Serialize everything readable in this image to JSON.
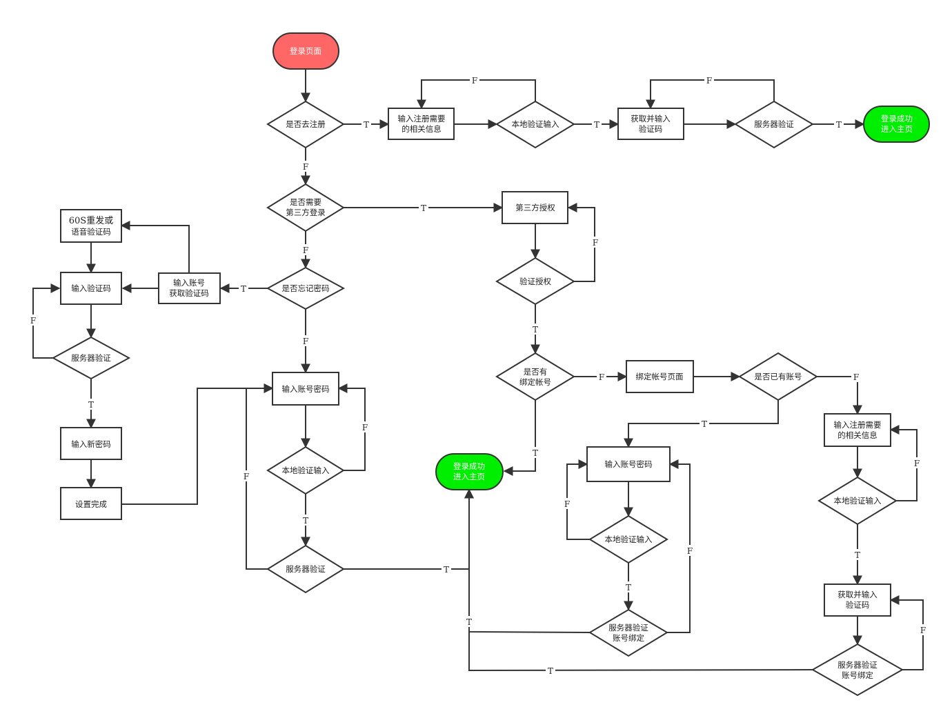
{
  "colors": {
    "start": "#ff6666",
    "end": "#00ee00",
    "stroke": "#333333"
  },
  "nodes": {
    "login": "登录页面",
    "q_register": "是否去注册",
    "reg_info": [
      "输入注册需要",
      "的相关信息"
    ],
    "local_verify_top": "本地验证输入",
    "get_code_top": [
      "获取并输入",
      "验证码"
    ],
    "server_verify_top": "服务器验证",
    "success_top": [
      "登录成功",
      "进入主页"
    ],
    "q_thirdparty": [
      "是否需要",
      "第三方登录"
    ],
    "thirdparty_auth": "第三方授权",
    "verify_auth": "验证授权",
    "q_bound": [
      "是否有",
      "绑定帐号"
    ],
    "bind_page": "绑定帐号页面",
    "q_has_account": "是否已有账号",
    "resend": [
      "60S重发或",
      "语音验证码"
    ],
    "input_code": "输入验证码",
    "input_acc_getcode": [
      "输入账号",
      "获取验证码"
    ],
    "q_forgot": "是否忘记密码",
    "server_verify_left": "服务器验证",
    "new_pwd": "输入新密码",
    "set_done": "设置完成",
    "input_acc_pwd": "输入账号密码",
    "local_verify_mid": "本地验证输入",
    "server_verify_mid": "服务器验证",
    "success_mid": [
      "登录成功",
      "进入主页"
    ],
    "input_acc_pwd2": "输入账号密码",
    "local_verify_b": "本地验证输入",
    "server_bind_b": [
      "服务器验证",
      "账号绑定"
    ],
    "reg_info2": [
      "输入注册需要",
      "的相关信息"
    ],
    "local_verify_r": "本地验证输入",
    "get_code_r": [
      "获取并输入",
      "验证码"
    ],
    "server_bind_r": [
      "服务器验证",
      "账号绑定"
    ]
  },
  "labels": {
    "true": "T",
    "false": "F"
  }
}
